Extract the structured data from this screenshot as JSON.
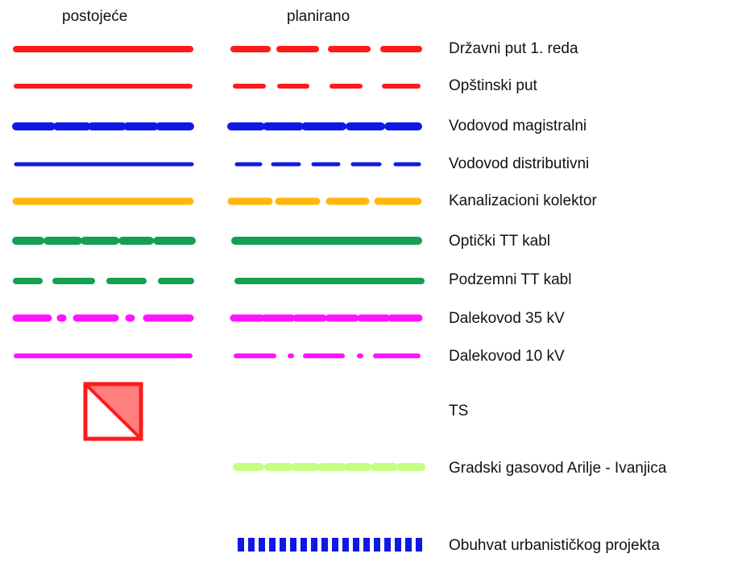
{
  "headers": {
    "existing": "postojeće",
    "planned": "planirano"
  },
  "rows": [
    {
      "label": "Državni put 1. reda",
      "color": "#ff1a1a"
    },
    {
      "label": "Opštinski put",
      "color": "#ff1a1a"
    },
    {
      "label": "Vodovod magistralni",
      "color": "#0f19e6"
    },
    {
      "label": "Vodovod distributivni",
      "color": "#0f19e6"
    },
    {
      "label": "Kanalizacioni kolektor",
      "color": "#ffb70f"
    },
    {
      "label": "Optički TT kabl",
      "color": "#14a050"
    },
    {
      "label": "Podzemni TT kabl",
      "color": "#14a050"
    },
    {
      "label": "Dalekovod 35 kV",
      "color": "#ff14ff"
    },
    {
      "label": "Dalekovod 10 kV",
      "color": "#ff14ff"
    },
    {
      "label": "TS",
      "color": "#ff1a1a",
      "fill": "#ff7f7f"
    },
    {
      "label": "Gradski gasovod Arilje - Ivanjica",
      "color": "#c3ff80"
    },
    {
      "label": "Obuhvat urbanističkog projekta",
      "color": "#0f19e6"
    }
  ]
}
